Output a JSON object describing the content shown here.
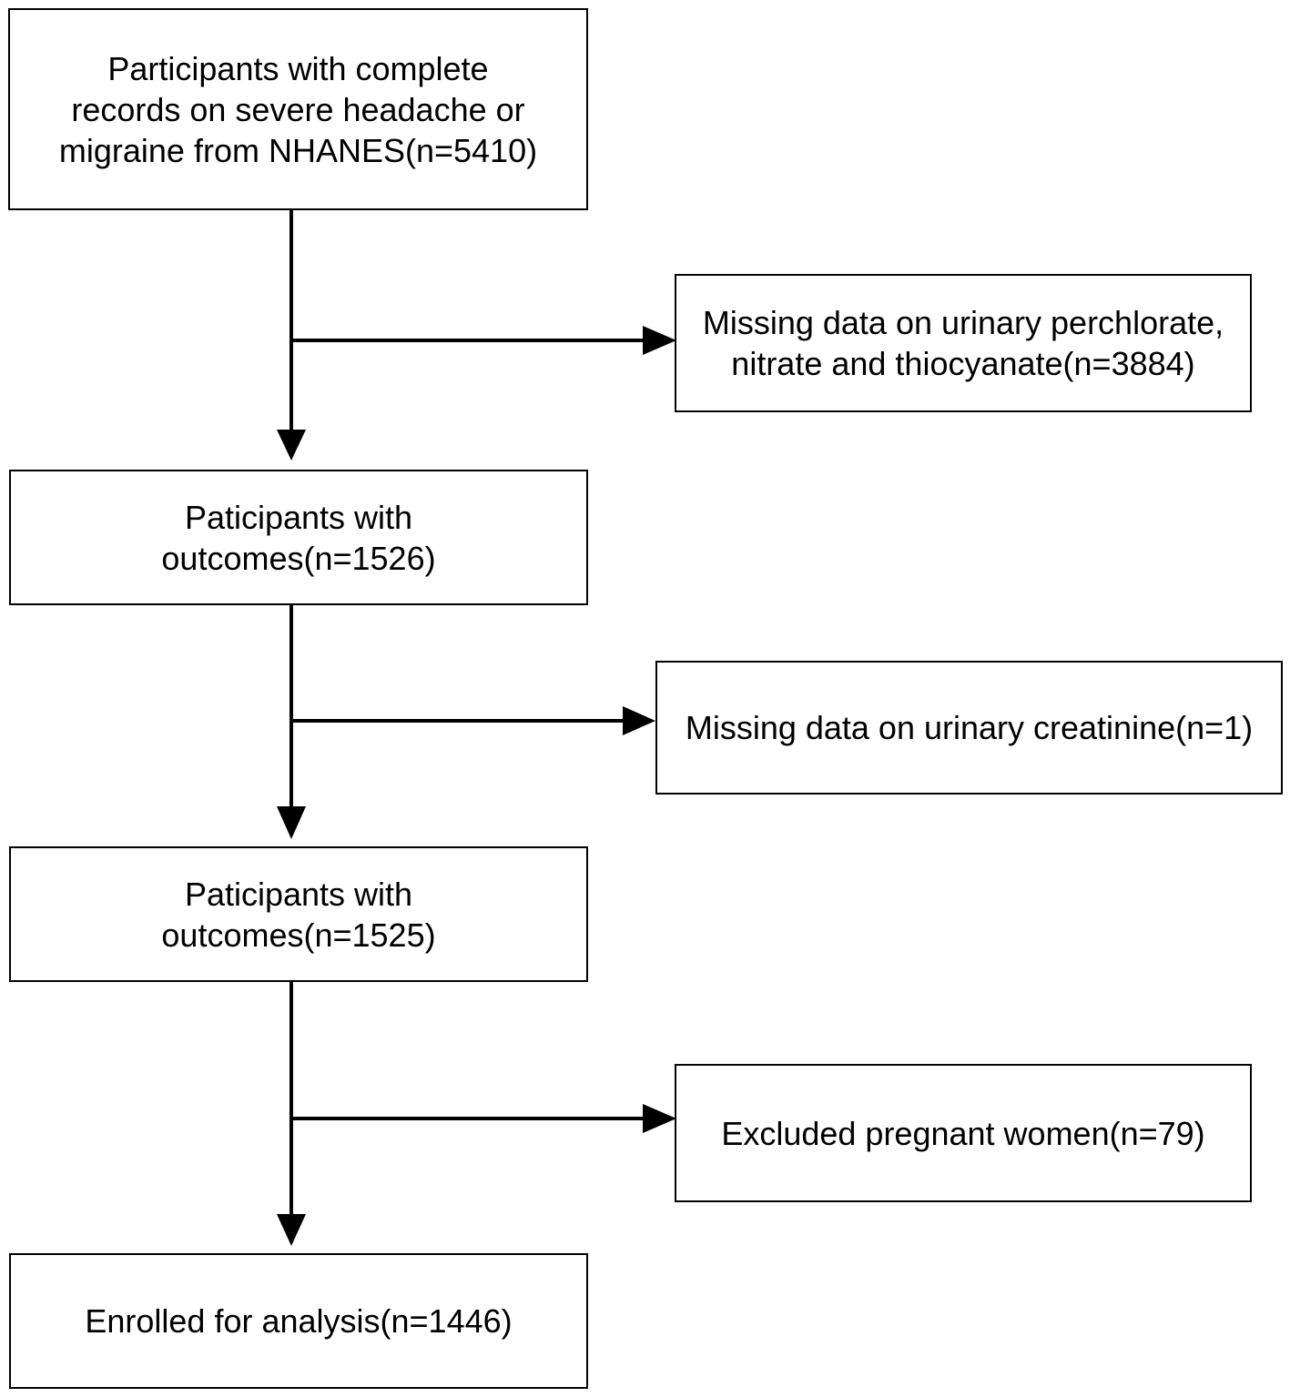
{
  "flowchart": {
    "main_steps": [
      {
        "id": "start",
        "text": "Participants with complete\nrecords on severe headache or\nmigraine from NHANES(n=5410)"
      },
      {
        "id": "step2",
        "text": "Paticipants with\noutcomes(n=1526)"
      },
      {
        "id": "step3",
        "text": "Paticipants with\noutcomes(n=1525)"
      },
      {
        "id": "final",
        "text": "Enrolled for analysis(n=1446)"
      }
    ],
    "exclusions": [
      {
        "id": "excl1",
        "text": "Missing data on urinary perchlorate,\nnitrate and thiocyanate(n=3884)"
      },
      {
        "id": "excl2",
        "text": "Missing data on urinary creatinine(n=1)"
      },
      {
        "id": "excl3",
        "text": "Excluded pregnant women(n=79)"
      }
    ],
    "colors": {
      "stroke": "#000000",
      "background": "#ffffff"
    }
  }
}
